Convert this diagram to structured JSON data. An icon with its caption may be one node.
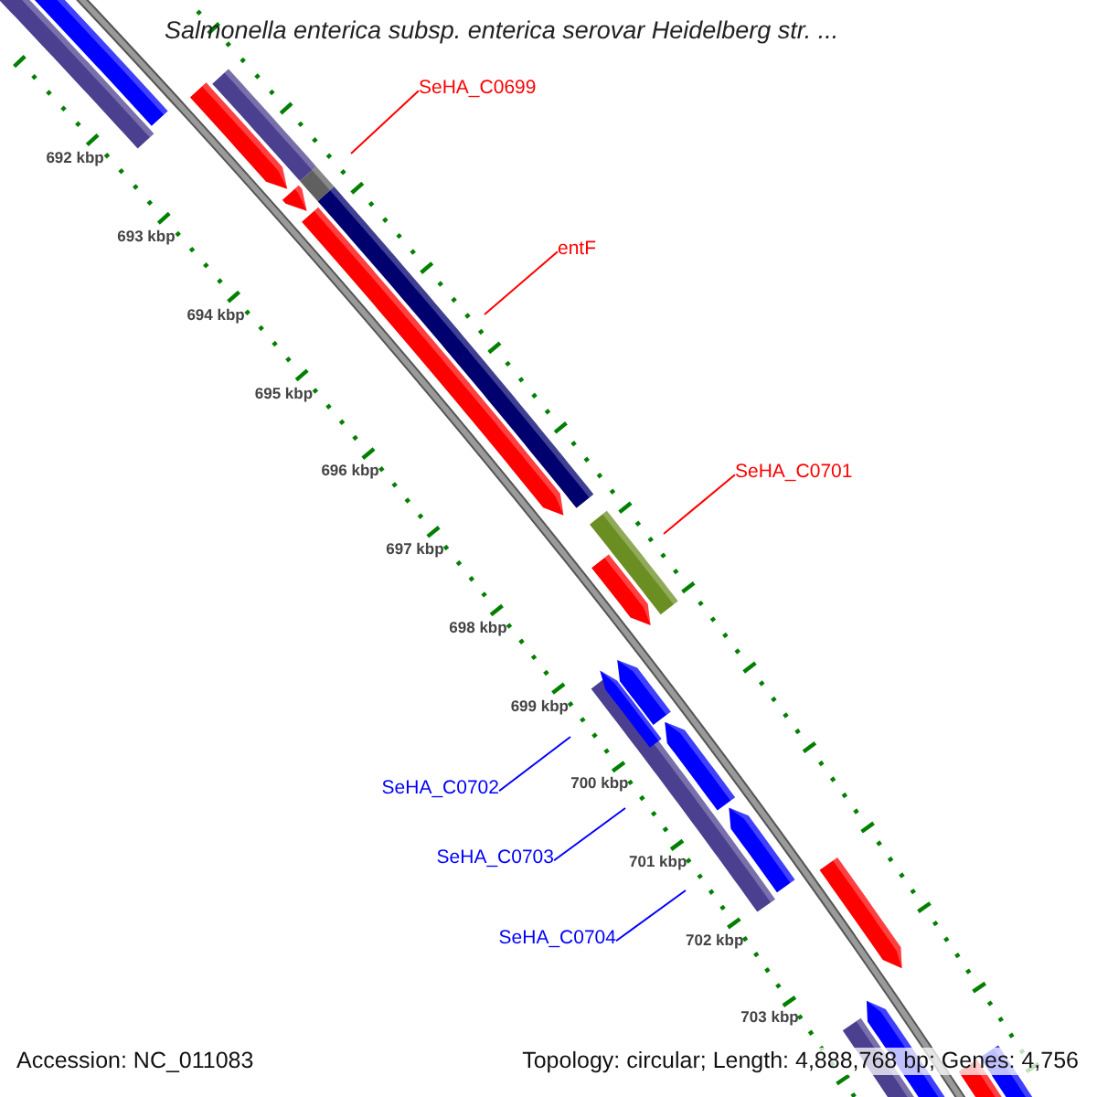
{
  "diagram": {
    "title": "Salmonella enterica subsp. enterica serovar Heidelberg str. ...",
    "nodes": [
      {
        "text": [
          "SeHA_C0699"
        ]
      },
      {
        "text": [
          "entF"
        ]
      },
      {
        "text": [
          "SeHA_C0701"
        ]
      },
      {
        "text": [
          "SeHA_C0702"
        ]
      },
      {
        "text": [
          "SeHA_C0703"
        ]
      },
      {
        "text": [
          "SeHA_C0704"
        ]
      }
    ],
    "edges": [
      {
        "from": 0,
        "to": null,
        "arrow": "none",
        "color": "#ff0000"
      },
      {
        "from": 1,
        "to": null,
        "arrow": "none",
        "color": "#ff0000"
      },
      {
        "from": 2,
        "to": null,
        "arrow": "none",
        "color": "#ff0000"
      },
      {
        "from": 3,
        "to": null,
        "arrow": "none",
        "color": "#0000ff"
      },
      {
        "from": 4,
        "to": null,
        "arrow": "none",
        "color": "#0000ff"
      },
      {
        "from": 5,
        "to": null,
        "arrow": "none",
        "color": "#0000ff"
      }
    ],
    "labels": [
      "692 kbp",
      "693 kbp",
      "694 kbp",
      "695 kbp",
      "696 kbp",
      "697 kbp",
      "698 kbp",
      "699 kbp",
      "700 kbp",
      "701 kbp",
      "702 kbp",
      "703 kbp",
      "Accession: NC_011083",
      "Topology: circular; Length: 4,888,768 bp; Genes: 4,756"
    ]
  }
}
